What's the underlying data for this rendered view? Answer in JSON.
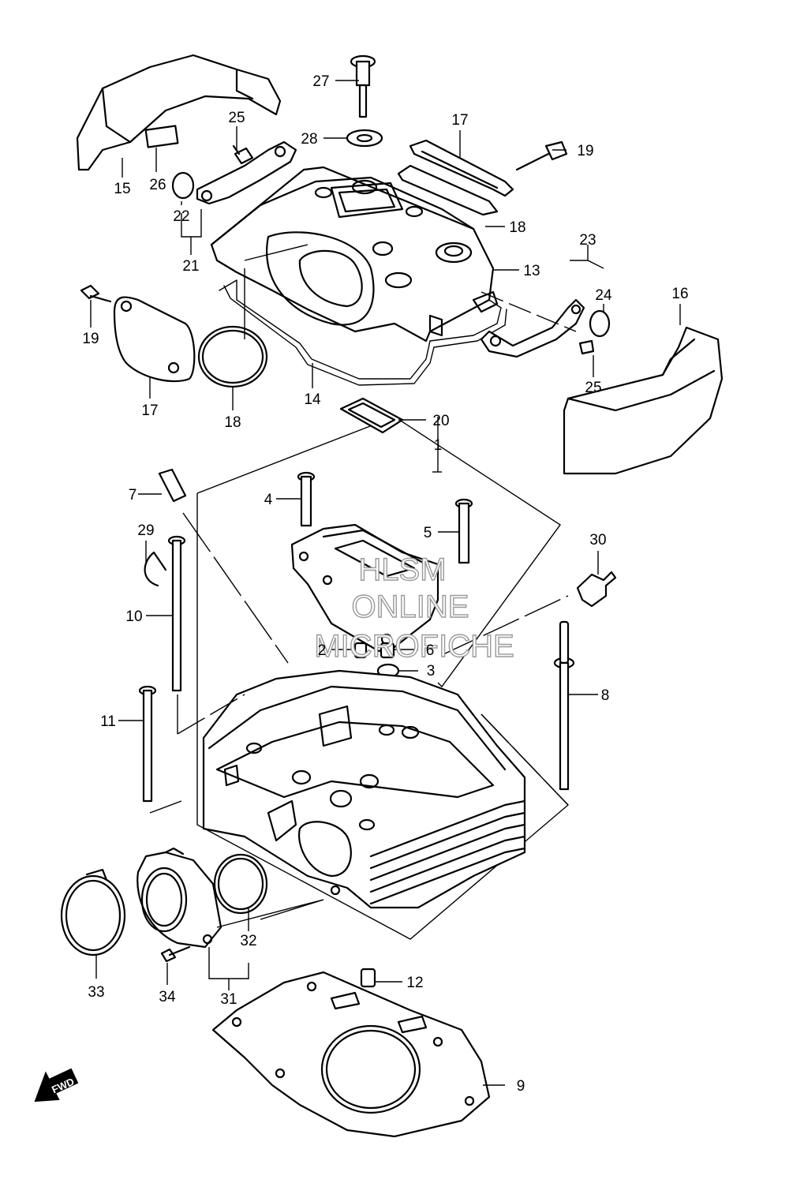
{
  "labels": {
    "l1": "1",
    "l2": "2",
    "l3": "3",
    "l4": "4",
    "l5": "5",
    "l6": "6",
    "l7": "7",
    "l8": "8",
    "l9": "9",
    "l10": "10",
    "l11": "11",
    "l12": "12",
    "l13": "13",
    "l14": "14",
    "l15": "15",
    "l16": "16",
    "l17a": "17",
    "l17b": "17",
    "l18a": "18",
    "l18b": "18",
    "l19a": "19",
    "l19b": "19",
    "l20": "20",
    "l21": "21",
    "l22": "22",
    "l23": "23",
    "l24": "24",
    "l25a": "25",
    "l25b": "25",
    "l26": "26",
    "l27": "27",
    "l28": "28",
    "l29": "29",
    "l30": "30",
    "l31": "31",
    "l32": "32",
    "l33": "33",
    "l34": "34"
  },
  "watermark": {
    "line1": "HLSM",
    "line2": "ONLINE",
    "line3": "MICROFICHE"
  },
  "fwd_badge": "FWD",
  "colors": {
    "ink": "#000000",
    "watermark": "#9a9a9a",
    "background": "#ffffff"
  }
}
